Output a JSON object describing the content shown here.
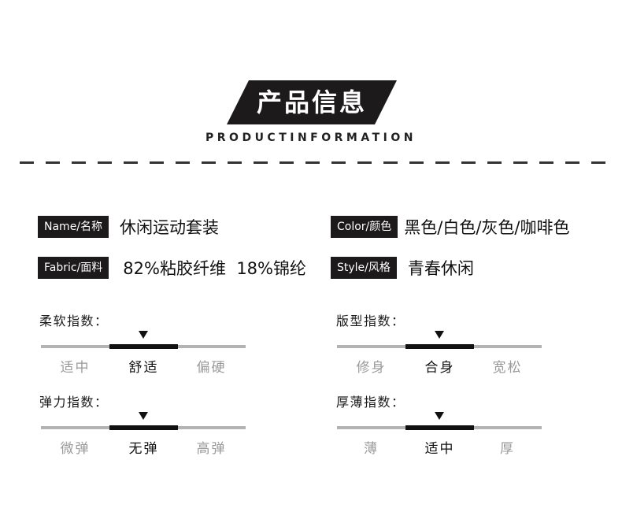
{
  "header": {
    "title": "产品信息",
    "subtitle": "PRODUCTINFORMATION"
  },
  "specs": [
    {
      "label": "Name/名称",
      "value": "休闲运动套装"
    },
    {
      "label": "Color/颜色",
      "value": "黑色/白色/灰色/咖啡色"
    },
    {
      "label": "Fabric/面料",
      "value": "82%粘胶纤维  18%锦纶"
    },
    {
      "label": "Style/风格",
      "value": "青春休闲"
    }
  ],
  "indices": [
    {
      "title": "柔软指数：",
      "options": [
        "适中",
        "舒适",
        "偏硬"
      ],
      "selected_index": 1
    },
    {
      "title": "版型指数：",
      "options": [
        "修身",
        "合身",
        "宽松"
      ],
      "selected_index": 1
    },
    {
      "title": "弹力指数：",
      "options": [
        "微弹",
        "无弹",
        "高弹"
      ],
      "selected_index": 1
    },
    {
      "title": "厚薄指数：",
      "options": [
        "薄",
        "适中",
        "厚"
      ],
      "selected_index": 1
    }
  ],
  "colors": {
    "label_bg": "#1c1a1a",
    "bar_base": "#b3b3b3",
    "bar_selected": "#111111",
    "option_inactive": "#9a9a9a"
  }
}
